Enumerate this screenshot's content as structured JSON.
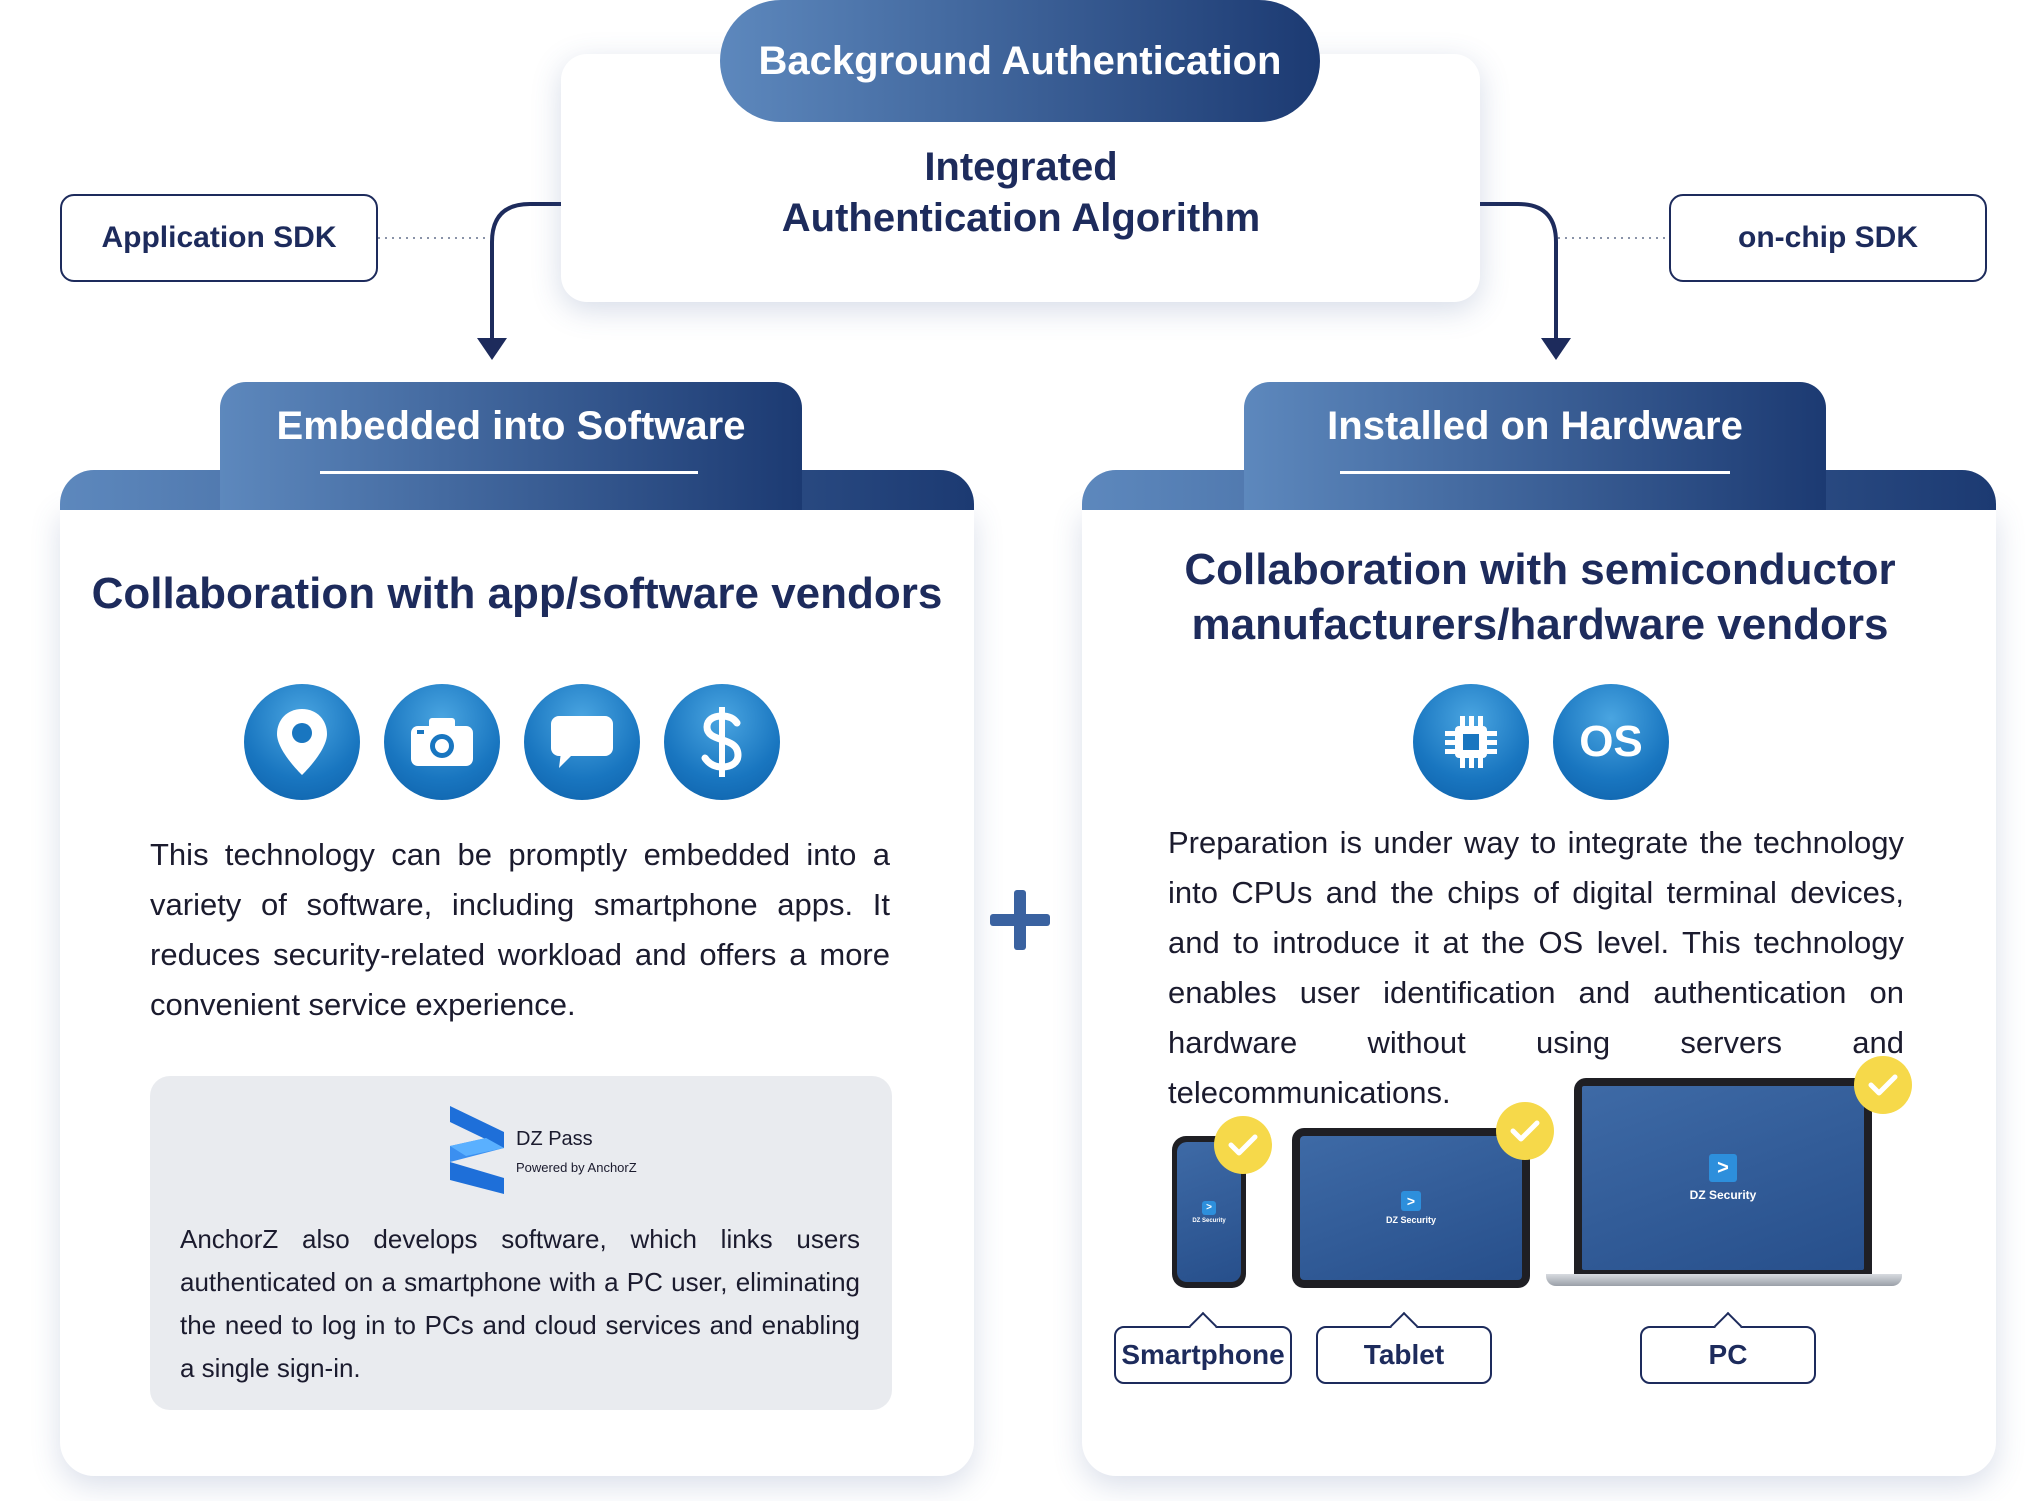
{
  "top": {
    "title": "Background Authentication",
    "algorithm_line1": "Integrated",
    "algorithm_line2": "Authentication Algorithm",
    "left_sdk": "Application SDK",
    "right_sdk": "on-chip SDK"
  },
  "software": {
    "tab_label": "Embedded into Software",
    "heading": "Collaboration with app/software vendors",
    "icons": [
      "location-pin-icon",
      "camera-icon",
      "chat-bubble-icon",
      "dollar-icon"
    ],
    "body": "This technology can be promptly embedded into a variety of software, including smartphone apps. It reduces security-related workload and offers a more convenient service experience.",
    "product_name": "DZ Pass",
    "product_sub": "Powered by AnchorZ",
    "sub_body": "AnchorZ also develops software, which links users authenticated on a smartphone with a PC user, eliminating the need to log in to PCs and cloud services and enabling a single sign-in."
  },
  "hardware": {
    "tab_label": "Installed on Hardware",
    "heading_line1": "Collaboration with semiconductor",
    "heading_line2": "manufacturers/hardware vendors",
    "icons": [
      "chip-icon",
      "os-icon"
    ],
    "os_text": "OS",
    "body": "Preparation is under way to integrate the technology into CPUs and the chips of digital terminal devices, and to introduce it at the OS level. This technology enables user identification and authentication on hardware without using servers and telecommunications.",
    "screen_name": "DZ Security",
    "devices": [
      {
        "label": "Smartphone"
      },
      {
        "label": "Tablet"
      },
      {
        "label": "PC"
      }
    ]
  },
  "colors": {
    "navy": "#1d2b5c",
    "gradient_start": "#5d88bd",
    "gradient_end": "#1c3a72",
    "icon_blue": "#1976c0",
    "check_yellow": "#f6d94a"
  }
}
